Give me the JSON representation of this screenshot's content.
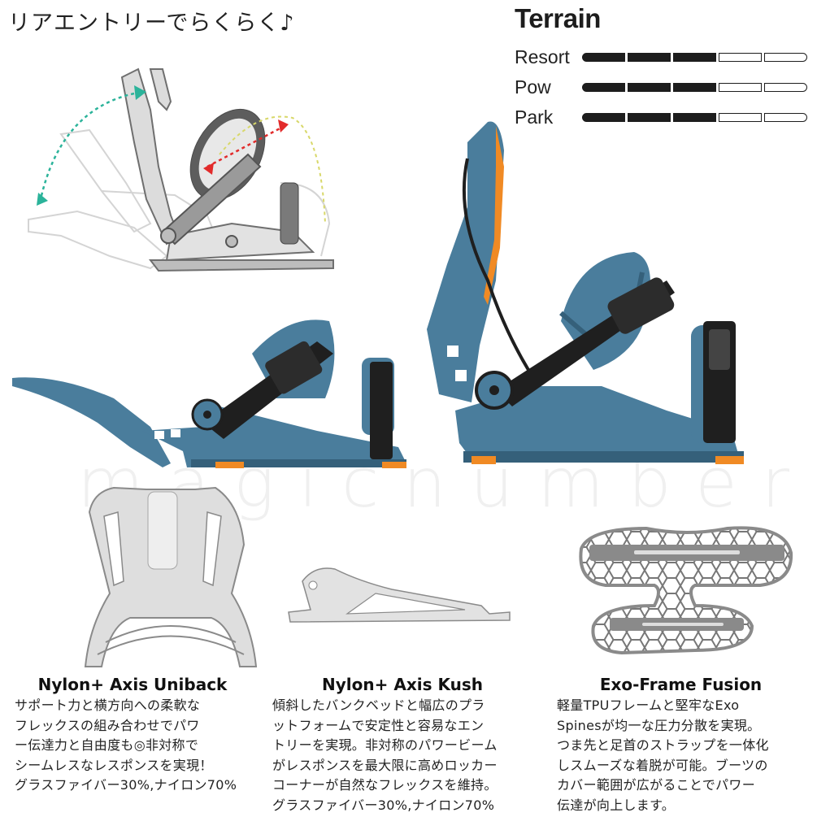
{
  "headline": "リアエントリーでらくらく♪",
  "terrain": {
    "title": "Terrain",
    "rows": [
      {
        "label": "Resort",
        "rating": 3,
        "max": 5
      },
      {
        "label": "Pow",
        "rating": 3,
        "max": 5
      },
      {
        "label": "Park",
        "rating": 3,
        "max": 5
      }
    ]
  },
  "watermark": [
    "m",
    "a",
    "g",
    "i",
    "c",
    "n",
    "u",
    "m",
    "b",
    "e",
    "r"
  ],
  "colors": {
    "binding_blue": "#4a7d9c",
    "binding_dark_blue": "#35607a",
    "accent_orange": "#f08a24",
    "strap_black": "#1f1f1f",
    "diagram_gray": "#8a8a8a",
    "arrow_teal": "#2bb39a",
    "arrow_red": "#e22b2b",
    "arrow_yellow": "#d8d86a"
  },
  "features": [
    {
      "title": "Nylon+ Axis Uniback",
      "description": "サポート力と横方向への柔軟な\nフレックスの組み合わせでパワ\nー伝達力と自由度も◎非対称で\nシームレスなレスポンスを実現！\nグラスファイバー30%,ナイロン70%"
    },
    {
      "title": "Nylon+ Axis Kush",
      "description": "傾斜したバンクベッドと幅広のプラ\nットフォームで安定性と容易なエン\nトリーを実現。非対称のパワービーム\nがレスポンスを最大限に高めロッカー\nコーナーが自然なフレックスを維持。\nグラスファイバー30%,ナイロン70%"
    },
    {
      "title": "Exo-Frame Fusion",
      "description": "軽量TPUフレームと堅牢なExo\nSpinesが均一な圧力分散を実現。\nつま先と足首のストラップを一体化\nしスムーズな着脱が可能。ブーツの\nカバー範囲が広がることでパワー\n伝達が向上します。"
    }
  ]
}
